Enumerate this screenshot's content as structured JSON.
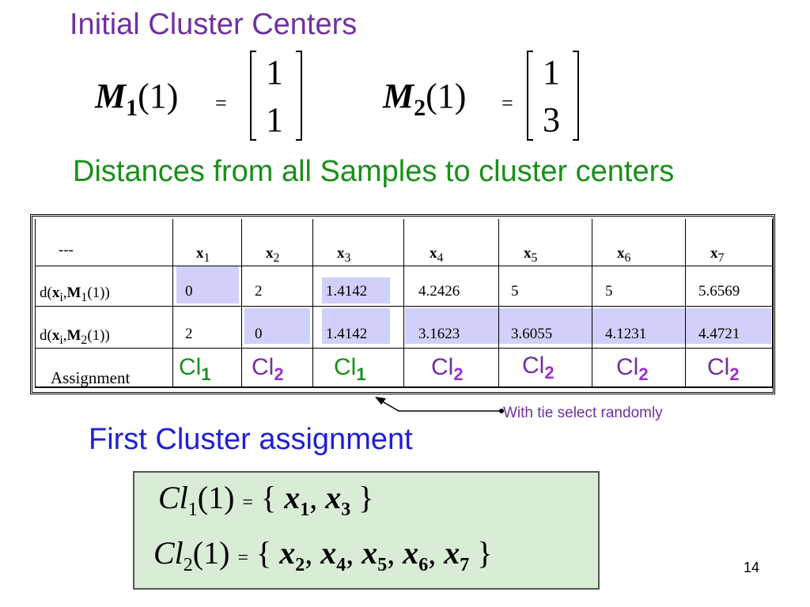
{
  "titles": {
    "initial": "Initial Cluster Centers",
    "distances": "Distances from all Samples to cluster centers",
    "first_assignment": "First Cluster assignment"
  },
  "centers": [
    {
      "symbol": "M",
      "subscript": "1",
      "arg": "(1)",
      "eq": "=",
      "values": [
        "1",
        "1"
      ]
    },
    {
      "symbol": "M",
      "subscript": "2",
      "arg": "(1)",
      "eq": "=",
      "values": [
        "1",
        "3"
      ]
    }
  ],
  "table": {
    "corner": "---",
    "headers": [
      {
        "var": "x",
        "sub": "1"
      },
      {
        "var": "x",
        "sub": "2"
      },
      {
        "var": "x",
        "sub": "3"
      },
      {
        "var": "x",
        "sub": "4"
      },
      {
        "var": "x",
        "sub": "5"
      },
      {
        "var": "x",
        "sub": "6"
      },
      {
        "var": "x",
        "sub": "7"
      }
    ],
    "rows": [
      {
        "label_pre": "d(",
        "label_x": "x",
        "label_xsub": "i",
        "label_m": "M",
        "label_msub": "1",
        "label_post": "(1))",
        "values": [
          "0",
          "2",
          "1.4142",
          "4.2426",
          "5",
          "5",
          "5.6569"
        ]
      },
      {
        "label_pre": "d(",
        "label_x": "x",
        "label_xsub": "i",
        "label_m": "M",
        "label_msub": "2",
        "label_post": "(1))",
        "values": [
          "2",
          "0",
          "1.4142",
          "3.1623",
          "3.6055",
          "4.1231",
          "4.4721"
        ]
      }
    ],
    "assignment_label": "Assignment",
    "assignments": [
      {
        "text": "Cl",
        "sub": "1"
      },
      {
        "text": "Cl",
        "sub": "2"
      },
      {
        "text": "Cl",
        "sub": "1"
      },
      {
        "text": "Cl",
        "sub": "2"
      },
      {
        "text": "Cl",
        "sub": "2"
      },
      {
        "text": "Cl",
        "sub": "2"
      },
      {
        "text": "Cl",
        "sub": "2"
      }
    ]
  },
  "note": "With tie select  randomly",
  "result": [
    {
      "cl": "Cl",
      "clsub": "1",
      "arg": "(1)",
      "eq": "=",
      "open": "{",
      "close": "}",
      "members": [
        {
          "x": "x",
          "sub": "1"
        },
        {
          "x": "x",
          "sub": "3"
        }
      ]
    },
    {
      "cl": "Cl",
      "clsub": "2",
      "arg": "(1)",
      "eq": "=",
      "open": "{",
      "close": "}",
      "members": [
        {
          "x": "x",
          "sub": "2"
        },
        {
          "x": "x",
          "sub": "4"
        },
        {
          "x": "x",
          "sub": "5"
        },
        {
          "x": "x",
          "sub": "6"
        },
        {
          "x": "x",
          "sub": "7"
        }
      ]
    }
  ],
  "page_number": "14",
  "colors": {
    "title_purple": "#7030a0",
    "title_green": "#1a8f1a",
    "title_blue": "#1f1fd6",
    "highlight": "#d0d0fa",
    "result_box": "#d9ecd6"
  }
}
